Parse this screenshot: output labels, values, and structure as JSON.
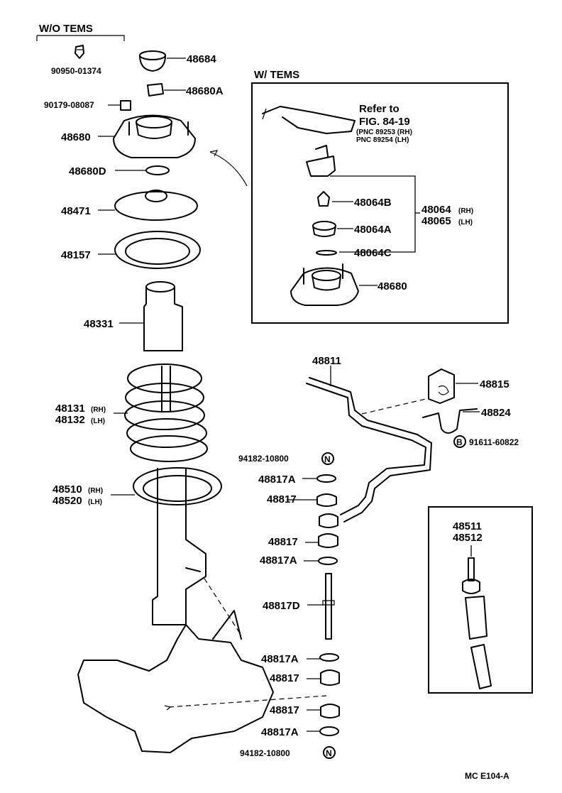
{
  "sections": {
    "wo_tems": "W/O  TEMS",
    "w_tems": "W/ TEMS"
  },
  "refer": {
    "line1": "Refer to",
    "line2": "FIG. 84-19",
    "line3": "(PNC 89253 (RH)",
    "line4": "PNC 89254 (LH)"
  },
  "labels": {
    "p90950": "90950-01374",
    "p48684": "48684",
    "p48680A": "48680A",
    "p90179": "90179-08087",
    "p48680": "48680",
    "p48680D": "48680D",
    "p48471": "48471",
    "p48157": "48157",
    "p48331": "48331",
    "p48131": "48131",
    "p48132": "48132",
    "p48510": "48510",
    "p48520": "48520",
    "p48064B": "48064B",
    "p48064A": "48064A",
    "p48064C": "48064C",
    "p48064": "48064",
    "p48065": "48065",
    "p48680w": "48680",
    "p48811": "48811",
    "p48815": "48815",
    "p48824": "48824",
    "p91611": "91611-60822",
    "p94182a": "94182-10800",
    "p48817A1": "48817A",
    "p48817a": "48817",
    "p48817b": "48817",
    "p48817A2": "48817A",
    "p48817D": "48817D",
    "p48817A3": "48817A",
    "p48817c": "48817",
    "p48817d": "48817",
    "p48817A4": "48817A",
    "p94182b": "94182-10800",
    "p48511": "48511",
    "p48512": "48512"
  },
  "sides": {
    "rh": "(RH)",
    "lh": "(LH)"
  },
  "markers": {
    "n": "N",
    "b": "B"
  },
  "footer": {
    "code": "MC  E104-A"
  }
}
